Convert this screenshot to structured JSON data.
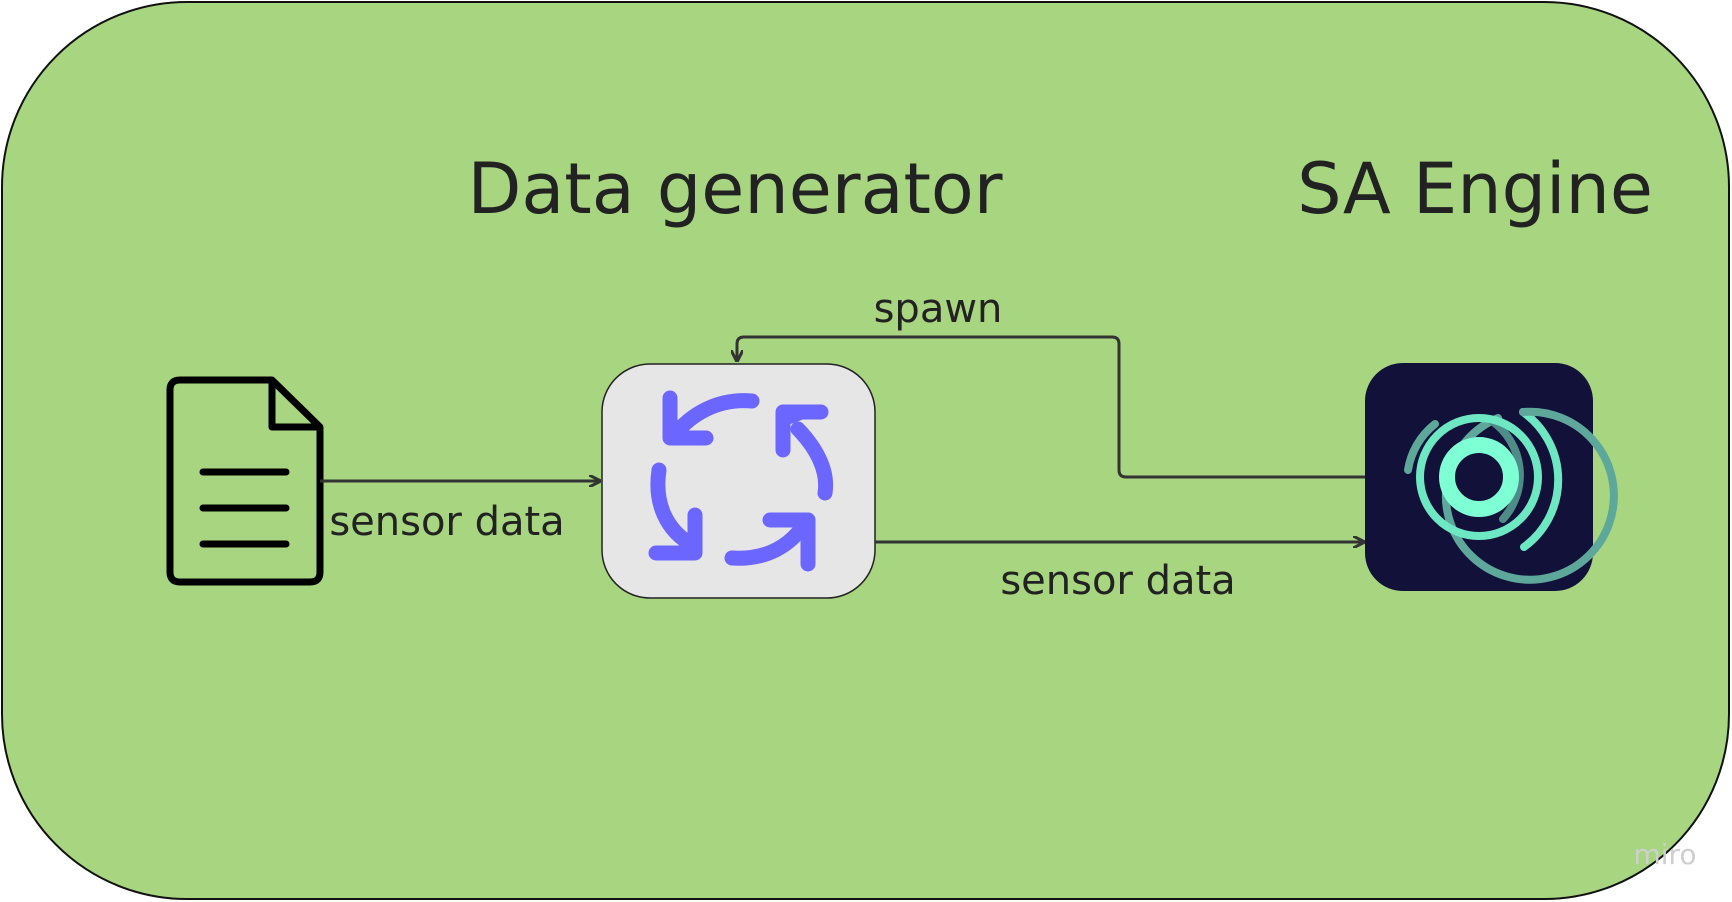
{
  "diagram": {
    "titles": {
      "data_generator": "Data generator",
      "sa_engine": "SA Engine"
    },
    "edges": {
      "file_to_generator": "sensor data",
      "generator_to_engine": "sensor data",
      "engine_to_generator": "spawn"
    },
    "icons": {
      "file": "document-icon",
      "generator": "refresh-cycle-icon",
      "engine": "sa-engine-logo-icon"
    },
    "colors": {
      "background": "#a8d580",
      "border": "#111111",
      "arrow": "#333333",
      "generator_box": "#e6e6e6",
      "generator_arrows": "#6b66ff",
      "engine_box": "#11113a",
      "engine_ring": "#7be6c7"
    }
  },
  "watermark": "miro"
}
